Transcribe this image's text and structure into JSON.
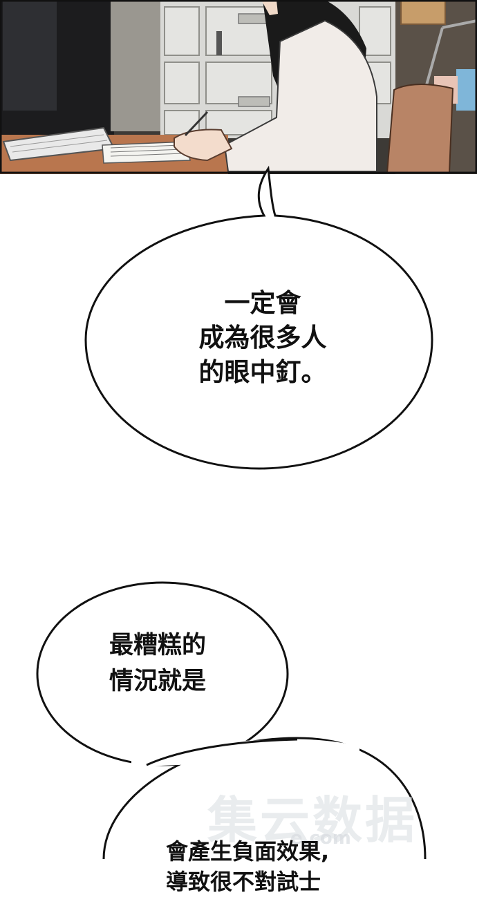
{
  "bubble_top": {
    "lines": [
      "一定會",
      "成為很多人",
      "的眼中釘。"
    ]
  },
  "bubble_middle": {
    "lines": [
      "最糟糕的",
      "情況就是"
    ]
  },
  "bubble_bottom": {
    "lines": [
      "會產生負面效果,",
      "導致很不對試士"
    ]
  },
  "watermark": {
    "text": "集云数据",
    "sub": "e.com"
  }
}
